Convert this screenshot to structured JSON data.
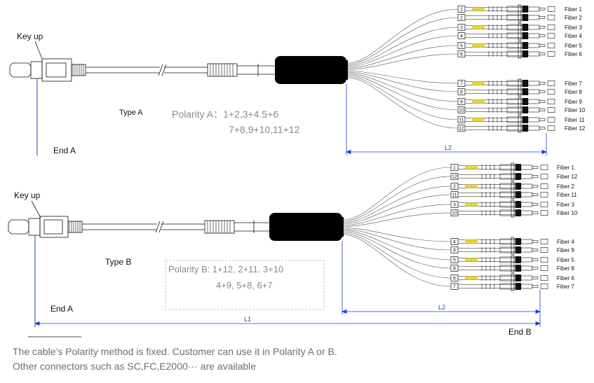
{
  "type_a": {
    "key_up": "Key up",
    "type_label": "Type A",
    "polarity_line1": "Polarity  A：1+2,3+4.5+6",
    "polarity_line2": "7+8,9+10,11+12",
    "end_label": "End A",
    "length_label": "L2",
    "ports": [
      "1",
      "2",
      "3",
      "4",
      "5",
      "6",
      "7",
      "8",
      "9",
      "10",
      "11",
      "12"
    ],
    "fibers": [
      "Fiber 1",
      "Fiber 2",
      "Fiber 3",
      "Fiber 4",
      "Fiber 5",
      "Fiber 6",
      "Fiber 7",
      "Fiber 8",
      "Fiber 9",
      "Fiber 10",
      "Fiber 11",
      "Fiber 12"
    ]
  },
  "type_b": {
    "key_up": "Key up",
    "type_label": "Type B",
    "polarity_line1": "Polarity B: 1+12, 2+11. 3+10",
    "polarity_line2": "4+9,   5+8,   6+7",
    "end_label": "End A",
    "end_b_label": "End B",
    "length_label": "L2",
    "total_length_label": "L1",
    "ports": [
      "1",
      "12",
      "2",
      "11",
      "3",
      "10",
      "4",
      "9",
      "5",
      "8",
      "6",
      "7"
    ],
    "fibers": [
      "Fiber  1",
      "Fiber  12",
      "Fiber  2",
      "Fiber  11",
      "Fiber  3",
      "Fiber  10",
      "Fiber 4",
      "Fiber 9",
      "Fiber 5",
      "Fiber 8",
      "Fiber 6",
      "Fiber 7"
    ]
  },
  "notes": {
    "line1": "The cable’s Polarity method is fixed. Customer can use it in Polarity A or B.",
    "line2": "Other connectors such as SC,FC,E2000··· are available"
  },
  "colors": {
    "dimension": "#1a3fd0",
    "boot": "#e8d43a",
    "breakout": "#000000"
  }
}
